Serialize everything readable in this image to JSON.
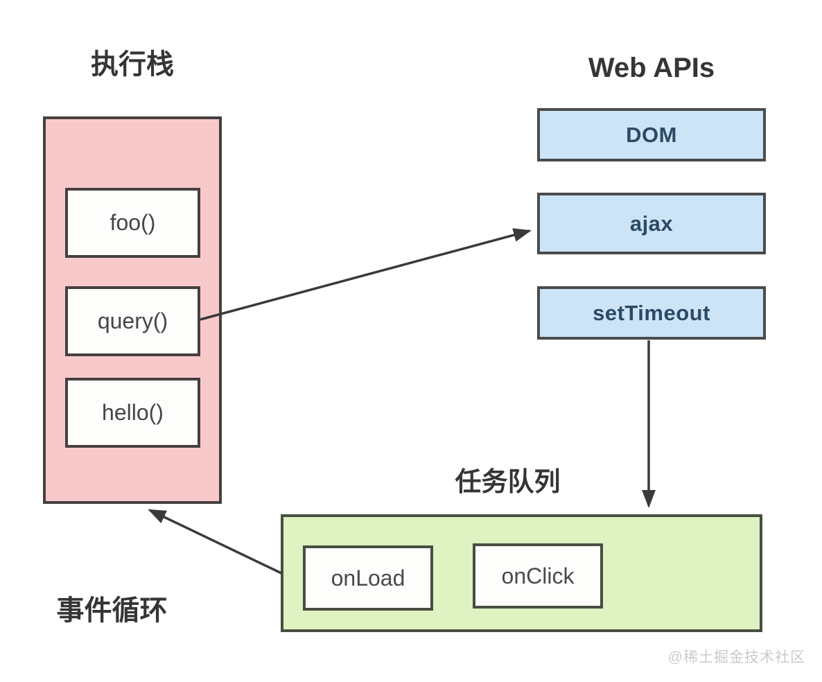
{
  "diagram": {
    "execution_stack": {
      "title": "执行栈",
      "frames": [
        {
          "label": "foo()"
        },
        {
          "label": "query()"
        },
        {
          "label": "hello()"
        }
      ]
    },
    "web_apis": {
      "title": "Web APIs",
      "items": [
        {
          "label": "DOM"
        },
        {
          "label": "ajax"
        },
        {
          "label": "setTimeout"
        }
      ]
    },
    "task_queue": {
      "title": "任务队列",
      "items": [
        {
          "label": "onLoad"
        },
        {
          "label": "onClick"
        }
      ]
    },
    "event_loop_label": "事件循环",
    "watermark": "@稀土掘金技术社区",
    "arrows": [
      {
        "name": "query-to-ajax",
        "from": "query()",
        "to": "ajax"
      },
      {
        "name": "settimeout-to-task-queue",
        "from": "setTimeout",
        "to": "任务队列"
      },
      {
        "name": "task-queue-to-stack",
        "from": "任务队列",
        "to": "执行栈"
      }
    ],
    "colors": {
      "stack_fill": "#f8c9cb",
      "api_fill": "#cde4f7",
      "queue_fill": "#def2c2",
      "box_border": "#474040",
      "api_text": "#2c4a63",
      "frame_text": "#454545",
      "title_text": "#353535",
      "arrow": "#3a3a3a",
      "watermark_text": "#c9ccc9",
      "background": "#ffffff"
    }
  }
}
